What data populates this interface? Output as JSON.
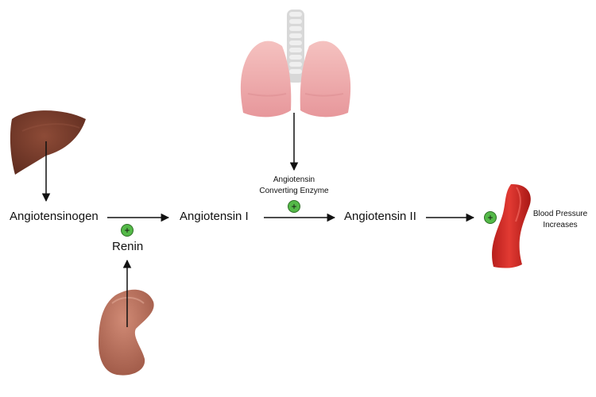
{
  "diagram": {
    "nodes": {
      "angiotensinogen": "Angiotensinogen",
      "angiotensin_1": "Angiotensin I",
      "angiotensin_2": "Angiotensin II"
    },
    "enzymes": {
      "renin": "Renin",
      "ace_line1": "Angiotensin",
      "ace_line2": "Converting Enzyme"
    },
    "outcome": {
      "line1": "Blood Pressure",
      "line2": "Increases"
    },
    "plus_symbol": "+",
    "organs": {
      "liver": "liver-icon",
      "kidney": "kidney-icon",
      "lungs": "lungs-icon",
      "blood_vessel": "blood-vessel-icon"
    },
    "colors": {
      "liver": "#7a3d2b",
      "kidney": "#b96e5a",
      "lungs": "#efaaa8",
      "trachea": "#d8d8d8",
      "blood_vessel": "#d8302a",
      "plus_badge": "#54b948",
      "arrow": "#111111"
    }
  }
}
